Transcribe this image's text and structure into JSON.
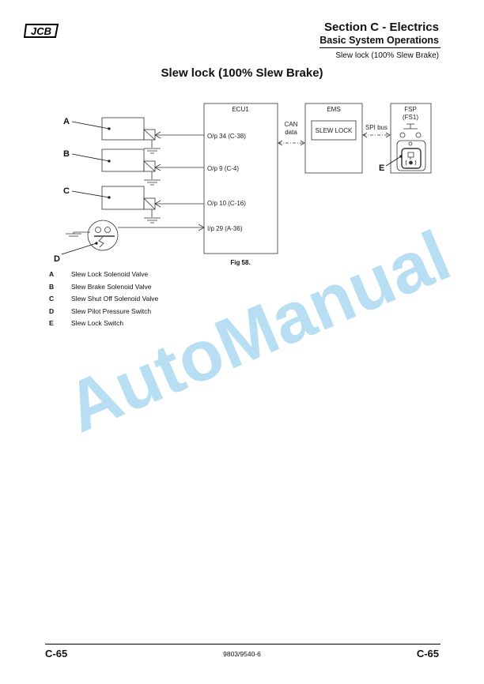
{
  "header": {
    "logo": "JCB",
    "section": "Section C - Electrics",
    "subsection": "Basic System Operations",
    "topic": "Slew lock (100% Slew Brake)"
  },
  "title": "Slew lock (100% Slew Brake)",
  "diagram": {
    "ecu": "ECU1",
    "ems": "EMS",
    "slew_lock": "SLEW LOCK",
    "fsp": "FSP",
    "fs1": "(FS1)",
    "can1": "CAN",
    "can2": "data",
    "spi": "SPI bus",
    "op34": "O/p 34 (C-38)",
    "op9": "O/p 9 (C-4)",
    "op10": "O/p 10 (C-16)",
    "ip29": "I/p 29 (A-36)",
    "labels": {
      "a": "A",
      "b": "B",
      "c": "C",
      "d": "D",
      "e": "E"
    },
    "caption": "Fig 58."
  },
  "legend": [
    {
      "key": "A",
      "text": "Slew Lock Solenoid Valve"
    },
    {
      "key": "B",
      "text": "Slew Brake Solenoid Valve"
    },
    {
      "key": "C",
      "text": "Slew Shut Off Solenoid Valve"
    },
    {
      "key": "D",
      "text": "Slew Pilot Pressure Switch"
    },
    {
      "key": "E",
      "text": "Slew Lock Switch"
    }
  ],
  "watermark": "AutoManual",
  "footer": {
    "left": "C-65",
    "center": "9803/9540-6",
    "right": "C-65"
  }
}
